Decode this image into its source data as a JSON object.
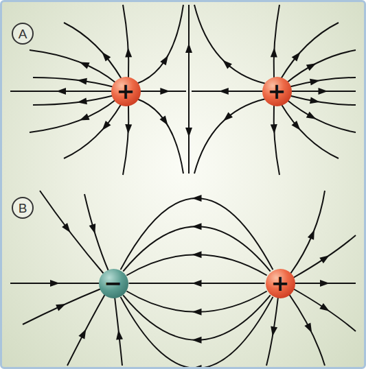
{
  "diagram": {
    "nodes": [
      {
        "text": [
          "A"
        ]
      },
      {
        "text": [
          "+"
        ]
      },
      {
        "text": [
          "+"
        ]
      },
      {
        "text": [
          "B"
        ]
      },
      {
        "text": [
          "−"
        ]
      },
      {
        "text": [
          "+"
        ]
      }
    ],
    "edges": [
      {
        "from": 5,
        "to": 4,
        "arrow": "to"
      },
      {
        "from": 5,
        "to": 4,
        "arrow": "to"
      },
      {
        "from": 5,
        "to": 4,
        "arrow": "to"
      },
      {
        "from": 5,
        "to": 4,
        "arrow": "to"
      },
      {
        "from": 5,
        "to": 4,
        "arrow": "to"
      },
      {
        "from": 5,
        "to": 4,
        "arrow": "to"
      },
      {
        "from": 5,
        "to": 4,
        "arrow": "to"
      }
    ]
  }
}
